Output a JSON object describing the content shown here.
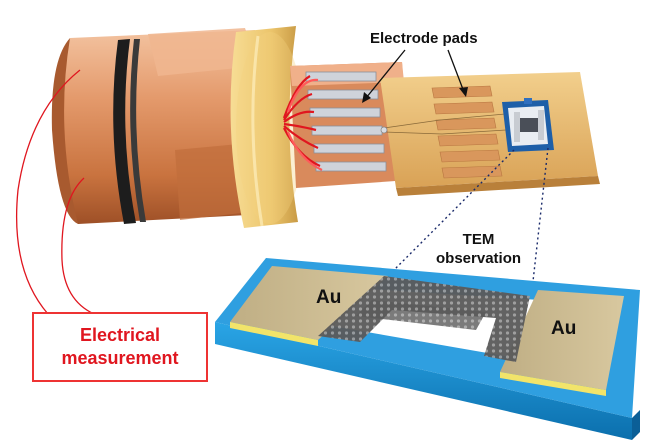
{
  "labels": {
    "electrode_pads": "Electrode pads",
    "tem_line1": "TEM",
    "tem_line2": "observation",
    "au_left": "Au",
    "au_right": "Au",
    "measurement_line1": "Electrical",
    "measurement_line2": "measurement"
  },
  "colors": {
    "copper": "#d98a5c",
    "gold_ring": "#f0cf7a",
    "pcb": "#e7b86a",
    "substrate_blue": "#1e8fd0",
    "gold_film": "#c8b68c",
    "red_wire": "#e0161f"
  }
}
